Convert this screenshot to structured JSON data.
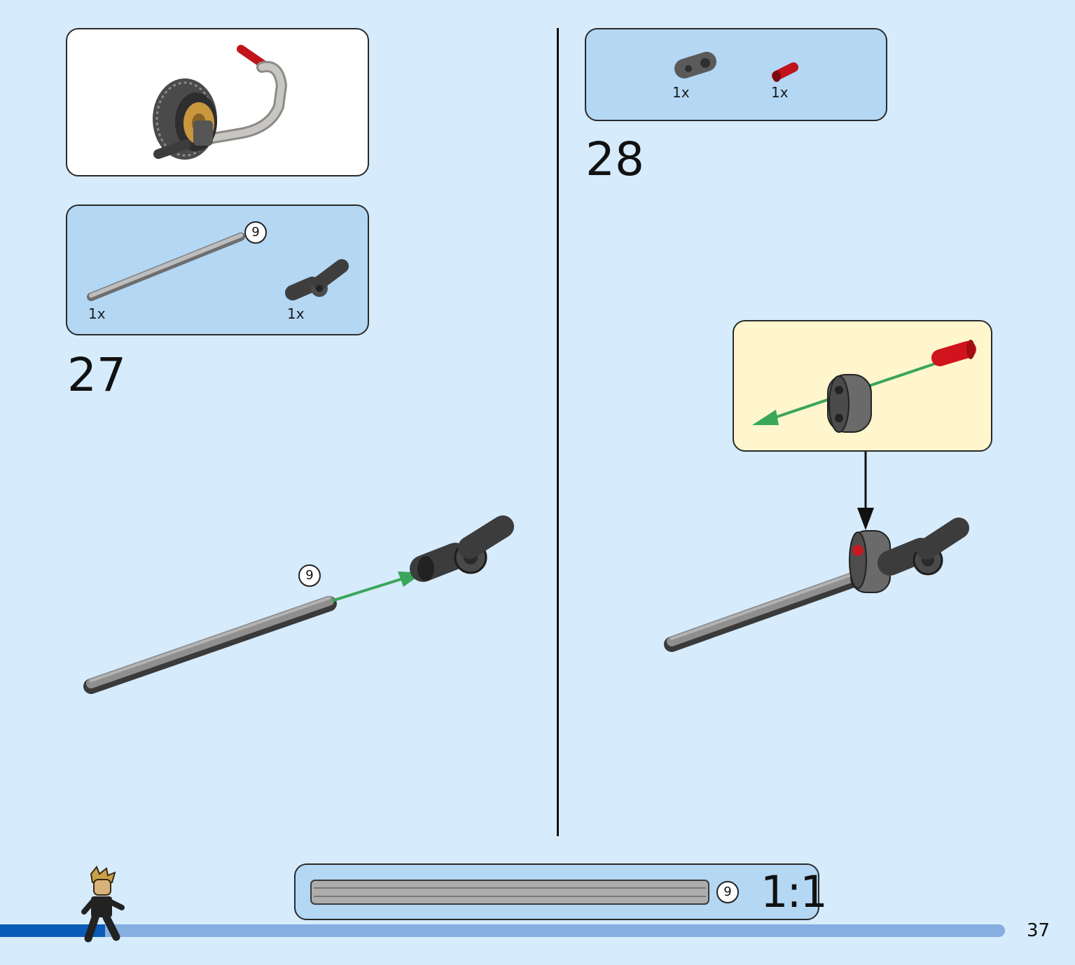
{
  "page": {
    "number": "37"
  },
  "step27": {
    "number": "27",
    "parts": [
      {
        "qty": "1x",
        "part": "axle",
        "length": "9"
      },
      {
        "qty": "1x",
        "part": "angled-connector"
      }
    ],
    "axle_length_label": "9"
  },
  "step28": {
    "number": "28",
    "parts": [
      {
        "qty": "1x",
        "part": "liftarm-thick"
      },
      {
        "qty": "1x",
        "part": "axle-pin-red"
      }
    ]
  },
  "scale_reference": {
    "length": "9",
    "ratio": "1:1"
  },
  "colors": {
    "page_bg": "#d6ebfb",
    "parts_box": "#b4d7f4",
    "callout_box": "#fff6cd",
    "arrow": "#3aa65a",
    "progress_done": "#0a5cb8",
    "progress_rest": "#86aee0"
  }
}
